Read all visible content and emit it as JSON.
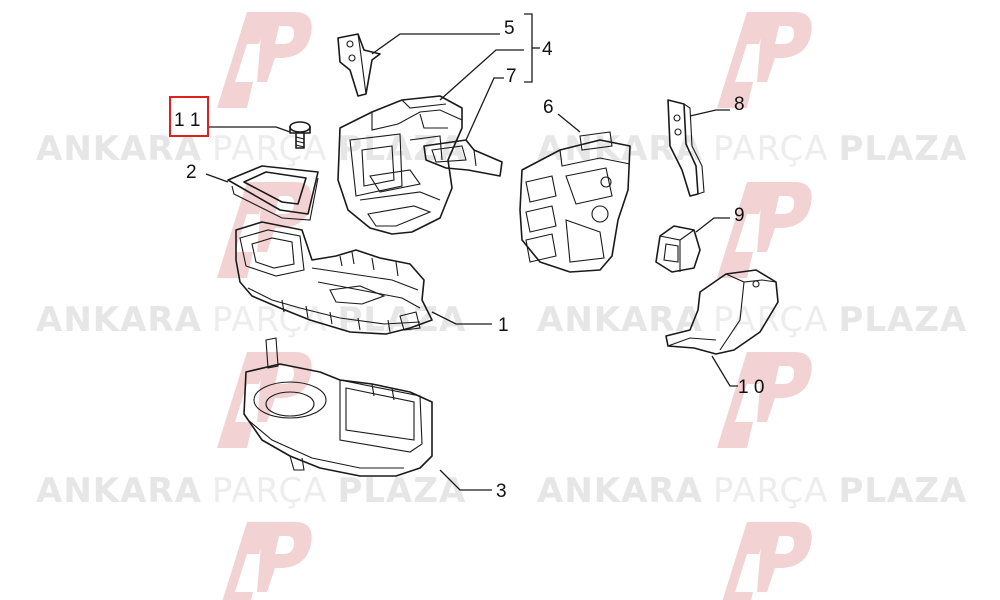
{
  "watermark": {
    "word1": "ANKARA",
    "word2": "PARÇA",
    "word3": "PLAZA",
    "logo_letters": "AP",
    "logo_color": "#f2d2d2"
  },
  "callouts": [
    {
      "id": "11",
      "label": "1 1",
      "highlighted": true
    },
    {
      "id": "2",
      "label": "2"
    },
    {
      "id": "1",
      "label": "1"
    },
    {
      "id": "3",
      "label": "3"
    },
    {
      "id": "5",
      "label": "5"
    },
    {
      "id": "4",
      "label": "4"
    },
    {
      "id": "7",
      "label": "7"
    },
    {
      "id": "6",
      "label": "6"
    },
    {
      "id": "8",
      "label": "8"
    },
    {
      "id": "9",
      "label": "9"
    },
    {
      "id": "10",
      "label": "1 0"
    }
  ],
  "highlight_color": "#e02020"
}
